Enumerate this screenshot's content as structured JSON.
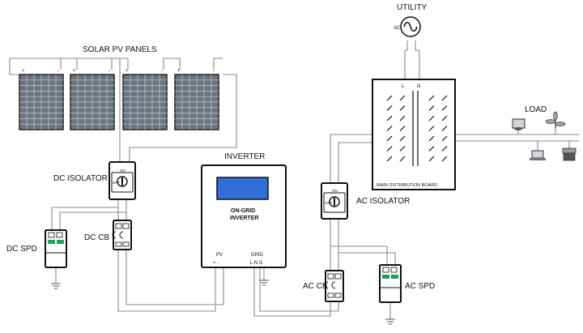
{
  "labels": {
    "solar_pv_panels": "SOLAR PV PANELS",
    "utility": "UTILITY",
    "ac_symbol": "AC",
    "inverter": "INVERTER",
    "on_grid_line1": "ON-GRID",
    "on_grid_line2": "INVERTER",
    "pv": "PV",
    "pv_terminals": "+   -",
    "grid": "GRID",
    "grid_terminals": "L  N  G",
    "dc_isolator": "DC ISOLATOR",
    "dc_spd": "DC SPD",
    "dc_cb": "DC CB",
    "ac_isolator": "AC ISOLATOR",
    "ac_cb": "AC CB",
    "ac_spd": "AC SPD",
    "main_distribution_board": "MAIN DISTRIBUTION BOARD",
    "mdb_l": "L",
    "mdb_n": "N",
    "load": "LOAD",
    "isolator_on": "ON",
    "isolator_off": "OFF"
  },
  "panels": [
    {
      "plus": "+",
      "minus": "-"
    },
    {
      "plus": "+",
      "minus": "-"
    },
    {
      "plus": "+",
      "minus": "-"
    },
    {
      "plus": "+",
      "minus": "-"
    }
  ],
  "colors": {
    "panel_cell": "#6d7580",
    "panel_grid": "#c7ccd3",
    "lcd": "#2f6fd6",
    "spd_green": "#1fa15a",
    "wire": "#8a8a8a",
    "outline": "#111111"
  }
}
